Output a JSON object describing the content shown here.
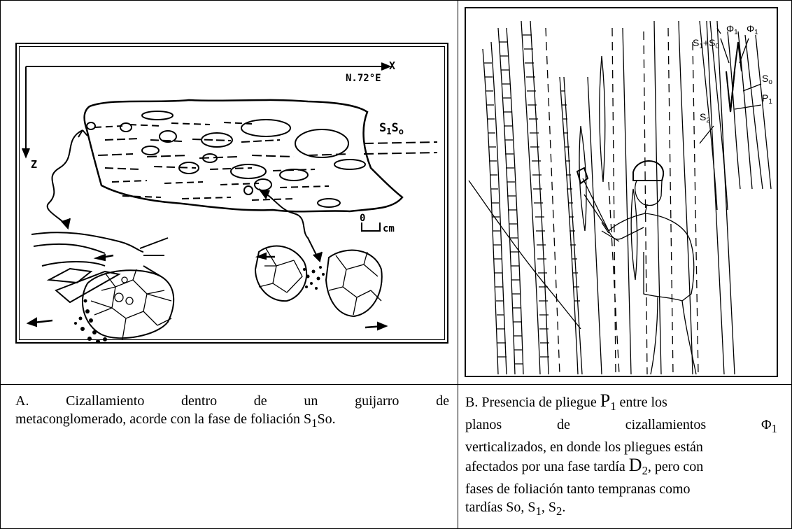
{
  "panel_a": {
    "axis_x": "X",
    "axis_z": "Z",
    "orientation": "N.72°E",
    "foliation": "S1So",
    "scale_left": "0",
    "scale_unit": "cm",
    "caption": {
      "prefix": "A.",
      "line1_words": [
        "Cizallamiento",
        "dentro",
        "de",
        "un",
        "guijarro",
        "de"
      ],
      "line2": "metaconglomerado, acorde con la fase de foliación S",
      "line2_sub": "1",
      "line2_end": "So."
    }
  },
  "panel_b": {
    "labels": {
      "s1s0": "S1+S0",
      "phi1a": "Φ1",
      "phi1b": "Φ1",
      "s0": "So",
      "p1": "P1",
      "s2": "S2"
    },
    "caption": {
      "l1_a": "B. Presencia de pliegue ",
      "l1_p": "P",
      "l1_sub": "1",
      "l1_b": " entre los",
      "l2_words": [
        "planos",
        "de",
        "cizallamientos"
      ],
      "l2_phi": "Φ",
      "l2_phi_sub": "1",
      "l3": "verticalizados, en donde los pliegues están",
      "l4_a": "afectados por una fase tardía ",
      "l4_d": "D",
      "l4_sub": "2",
      "l4_b": ", pero con",
      "l5": "fases de foliación tanto tempranas como",
      "l6_a": "tardías So, S",
      "l6_s1": "1",
      "l6_mid": ", S",
      "l6_s2": "2",
      "l6_end": "."
    }
  }
}
